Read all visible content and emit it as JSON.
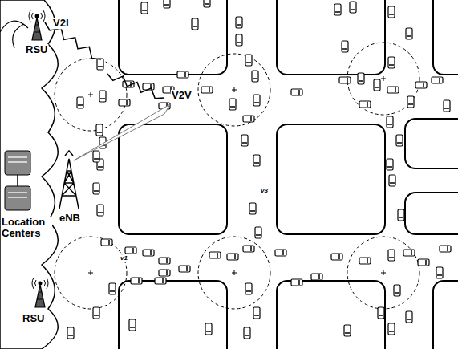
{
  "diagram": {
    "labels": [
      "V2I",
      "RSU",
      "V2V",
      "v3",
      "eNB",
      "Location Centers",
      "v1",
      "RSU"
    ]
  }
}
